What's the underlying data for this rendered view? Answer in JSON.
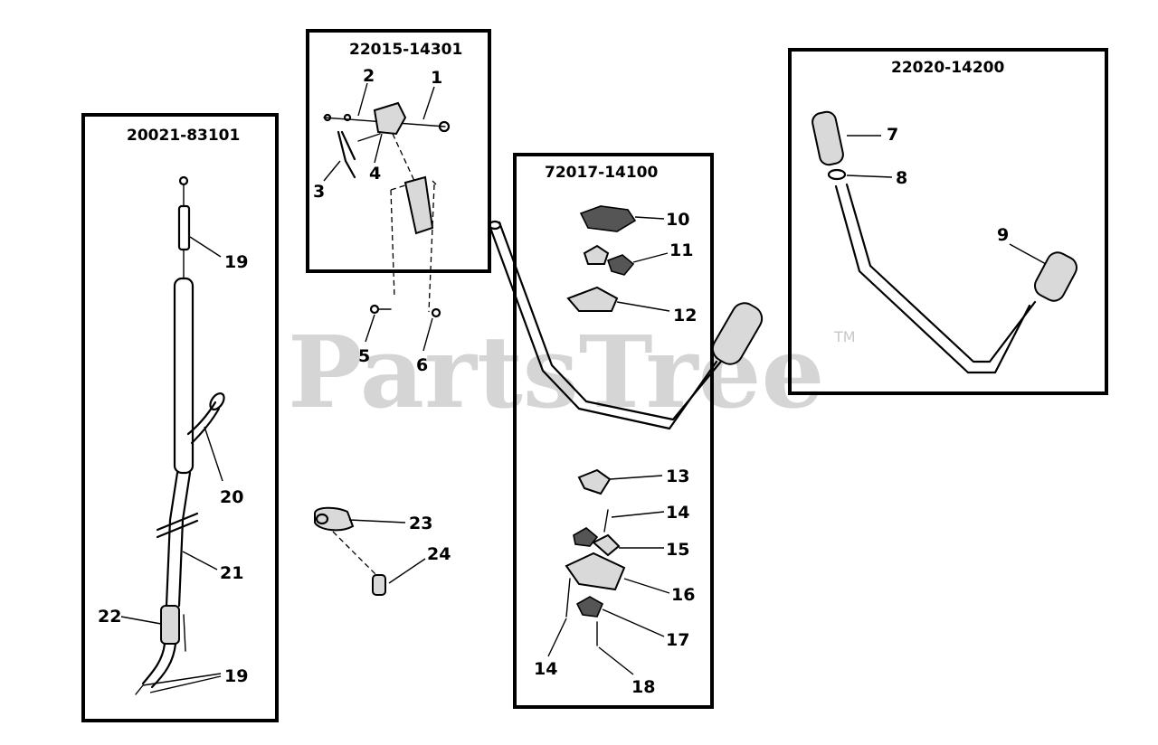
{
  "watermark": {
    "text": "PartsTree",
    "tm": "TM"
  },
  "boxes": {
    "cable": {
      "part_number": "20021-83101"
    },
    "throttle": {
      "part_number": "22015-14301"
    },
    "handle_kit": {
      "part_number": "72017-14100"
    },
    "handle_bar": {
      "part_number": "22020-14200"
    }
  },
  "callouts": {
    "c1": "1",
    "c2": "2",
    "c3": "3",
    "c4": "4",
    "c5": "5",
    "c6": "6",
    "c7": "7",
    "c8": "8",
    "c9": "9",
    "c10": "10",
    "c11": "11",
    "c12": "12",
    "c13": "13",
    "c14a": "14",
    "c14b": "14",
    "c15": "15",
    "c16": "16",
    "c17": "17",
    "c18": "18",
    "c19a": "19",
    "c19b": "19",
    "c20": "20",
    "c21": "21",
    "c22": "22",
    "c23": "23",
    "c24": "24"
  }
}
